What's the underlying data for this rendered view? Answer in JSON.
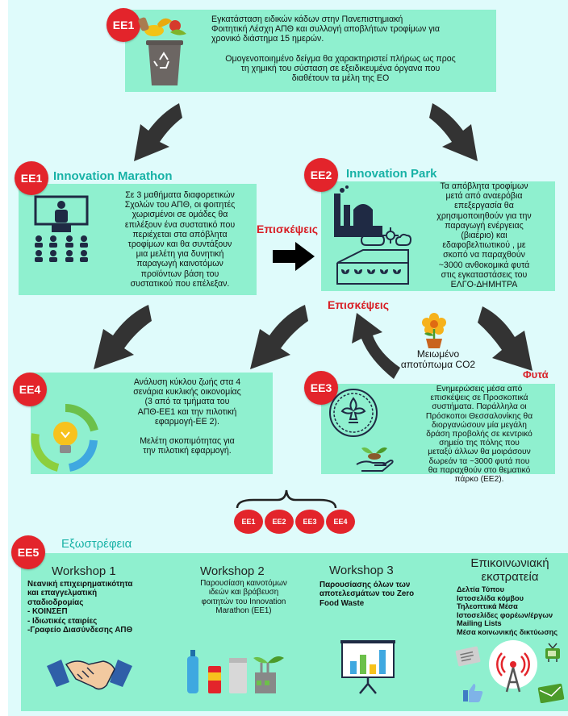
{
  "ee1_top": {
    "badge": "EE1",
    "lines": [
      "Εγκατάσταση ειδικών κάδων στην Πανεπιστημιακή",
      "Φοιτητική Λέσχη ΑΠΘ και συλλογή αποβλήτων τροφίμων για",
      "χρονικό διάστημα 15 ημερών."
    ],
    "lines2": [
      "Ομογενοποιημένο  δείγμα θα χαρακτηριστεί πλήρως ως προς",
      "τη χημική του σύσταση σε εξειδικευμένα  όργανα που",
      "διαθέτουν τα μέλη της ΕΟ"
    ]
  },
  "ee1_marathon": {
    "badge": "EE1",
    "title": "Innovation Marathon",
    "lines": [
      "Σε 3 μαθήματα διαφορετικών",
      "Σχολών του ΑΠΘ, οι φοιτητές",
      "χωρισμένοι σε ομάδες θα",
      "επιλέξουν ένα συστατικό που",
      "περιέχεται στα απόβλητα",
      "τροφίμων και θα συντάξουν",
      "μια μελέτη για δυνητική",
      "παραγωγή καινοτόμων",
      "προϊόντων βάση του",
      "συστατικού που επέλεξαν."
    ]
  },
  "ee2_park": {
    "badge": "EE2",
    "title": "Innovation Park",
    "lines": [
      "Τα απόβλητα τροφίμων",
      "μετά από αναερόβια",
      "επεξεργασία θα",
      "χρησιμοποιηθούν για την",
      "παραγωγή ενέργειας",
      "(βιαέριο) και",
      "εδαφοβελτιωτικού , με",
      "σκοπό να παραχθούν",
      "~3000 ανθοκομικά φυτά",
      "στις εγκαταστάσεις του",
      "ΕΛΓΟ-ΔΗΜΗΤΡΑ"
    ]
  },
  "labels": {
    "visits1": "Επισκέψεις",
    "visits2": "Επισκέψεις",
    "co2_line1": "Μειωμένο",
    "co2_line2": "αποτύπωμα CO2",
    "plants": "Φυτά"
  },
  "ee4": {
    "badge": "EE4",
    "lines": [
      "Ανάλυση κύκλου ζωής στα 4",
      "σενάρια κυκλικής οικονομίας",
      "(3 από τα τμήματα του",
      "ΑΠΘ-ΕΕ1 και την πιλοτική",
      "εφαρμογή-ΕΕ 2)."
    ],
    "lines2": [
      "Μελέτη σκοπιμότητας για",
      "την πιλοτική εφαρμογή."
    ]
  },
  "ee3": {
    "badge": "EE3",
    "lines": [
      "Ενημερώσεις μέσα από",
      "επισκέψεις σε Προσκοπικά",
      "συστήματα. Παράλληλα οι",
      "Πρόσκοποι Θεσσαλονίκης θα",
      "διοργανώσουν μία μεγάλη",
      "δράση προβολής σε κεντρικό",
      "σημείο της πόλης που",
      "μεταξύ άλλων θα μοιράσουν",
      "δωρεάν τα ~3000 φυτά που",
      "θα παραχθούν στο θεματικό",
      "πάρκο (ΕΕ2)."
    ]
  },
  "small_badges": [
    "EE1",
    "EE2",
    "EE3",
    "EE4"
  ],
  "ee5": {
    "badge": "EE5",
    "title": "Εξωστρέφεια",
    "workshops": [
      {
        "title": "Workshop 1",
        "lines": [
          "Νεανική επιχειρηματικότητα",
          "και επαγγελματική",
          "σταδιοδρομίας",
          "- ΚΟΙΝΣΕΠ",
          "- Ιδιωτικές εταιρίες",
          "-Γραφείο Διασύνδεσης ΑΠΘ"
        ]
      },
      {
        "title": "Workshop 2",
        "lines": [
          "Παρουσίαση καινοτόμων",
          "ιδεών και βράβευση",
          "φοιτητών του Innovation",
          "Marathon (ΕΕ1)"
        ]
      },
      {
        "title": "Workshop 3",
        "lines": [
          "Παρουσίασης όλων των",
          "αποτελεσμάτων του Zero",
          "Food Waste"
        ]
      },
      {
        "title_line1": "Επικοινωνιακή",
        "title_line2": "εκστρατεία",
        "lines": [
          "Δελτία Τύπου",
          "Ιστοσελίδα κόμβου",
          "Τηλεοπτικά Μέσα",
          "Ιστοσελίδες φορέων/έργων",
          "Mailing Lists",
          "Μέσα κοινωνικής δικτύωσης"
        ]
      }
    ]
  },
  "colors": {
    "box": "#8ff0cf",
    "badge": "#e3242b",
    "title": "#18b2a6",
    "arrow": "#333333",
    "background": "#dffbfb"
  }
}
